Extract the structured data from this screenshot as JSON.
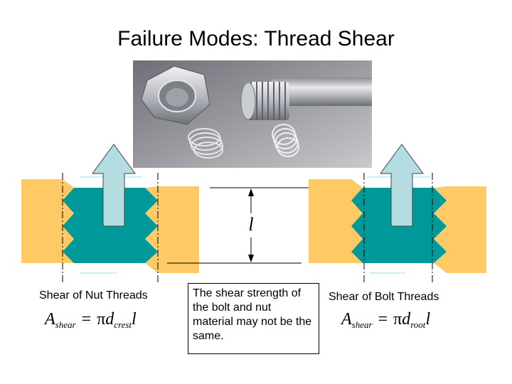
{
  "title": "Failure Modes: Thread Shear",
  "length_symbol": "l",
  "left": {
    "caption": "Shear of Nut Threads",
    "formula": {
      "A": "A",
      "A_sub": "shear",
      "eq": "=",
      "pi": "π",
      "d": "d",
      "d_sub": "crest",
      "l": "l"
    }
  },
  "right": {
    "caption": "Shear of Bolt Threads",
    "formula": {
      "A": "A",
      "A_sub": "shear",
      "eq": "=",
      "pi": "π",
      "d": "d",
      "d_sub": "root",
      "l": "l"
    }
  },
  "note": "The shear strength of the bolt and nut material may not be the same.",
  "colors": {
    "nut_material": "#FFC966",
    "bolt_material": "#009999",
    "arrow_fill": "#B3DDE0",
    "arrow_stroke": "#444444",
    "photo_bg": "#8a8a90"
  }
}
